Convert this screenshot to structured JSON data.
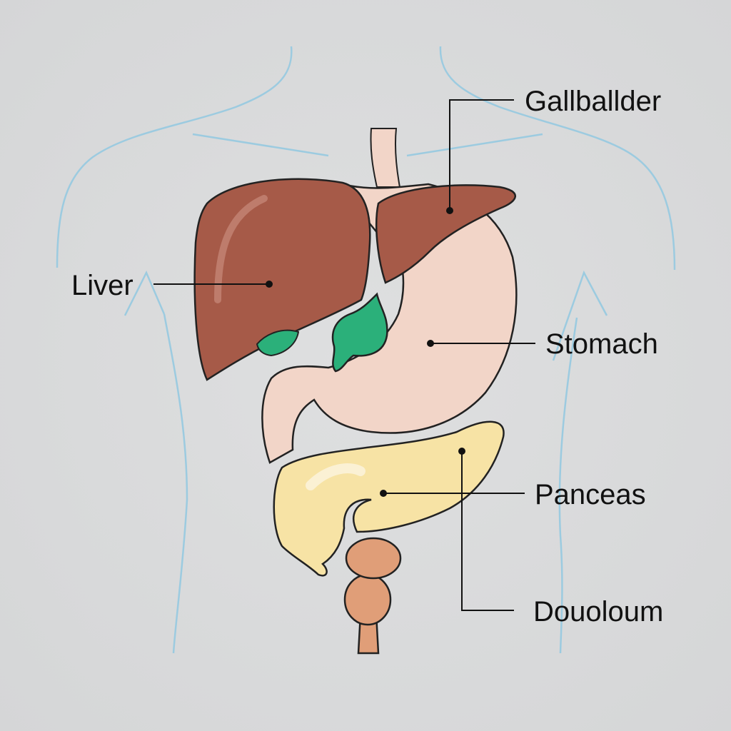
{
  "labels": {
    "gallbladder": "Gallballder",
    "liver": "Liver",
    "stomach": "Stomach",
    "pancreas": "Panceas",
    "duodenum": "Douoloum"
  },
  "colors": {
    "background": "#d8d9da",
    "body_outline": "#9ccbe0",
    "liver": "#a65a48",
    "stomach": "#f2d5c8",
    "gallbladder": "#2bb07a",
    "pancreas": "#f7e3a5",
    "intestine": "#e09e78"
  }
}
